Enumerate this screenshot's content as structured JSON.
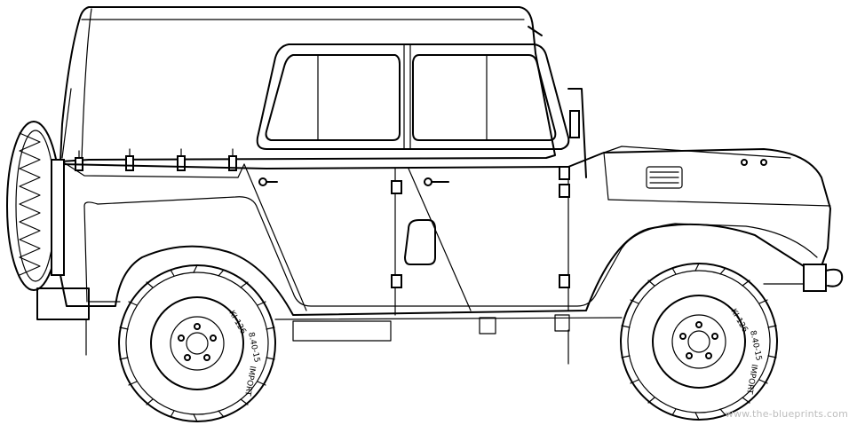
{
  "watermark": "www.the-blueprints.com",
  "tyre_markings": {
    "rear": [
      "KI-126",
      "8.40-15",
      "IMPORT"
    ],
    "front": [
      "KI-126",
      "8.40-15",
      "IMPORT"
    ]
  },
  "colors": {
    "line": "#000000",
    "background": "#ffffff",
    "watermark": "#bdbdbd"
  }
}
